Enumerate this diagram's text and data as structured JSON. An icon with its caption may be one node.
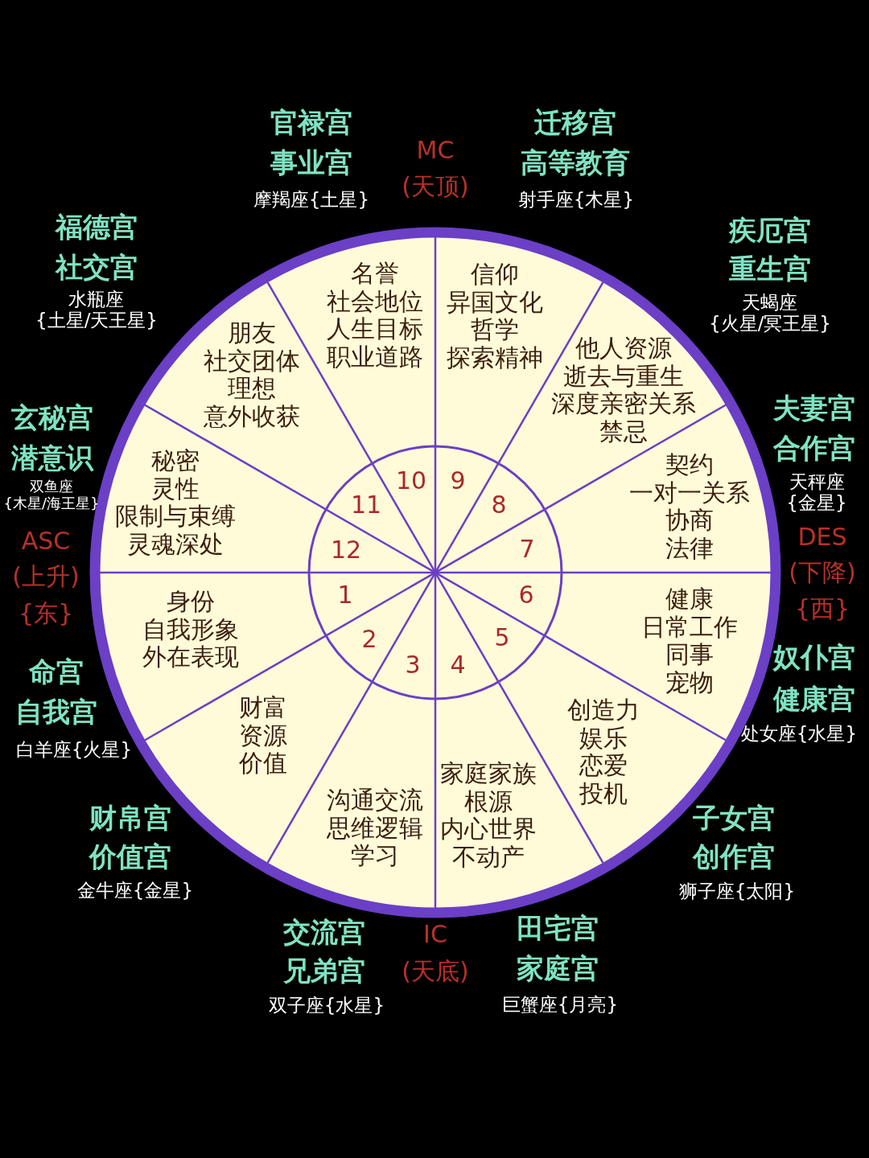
{
  "diagram": {
    "nodes": [
      {
        "text": [
          "身份",
          "自我形象",
          "外在表现"
        ],
        "beside": [
          "命宫",
          "自我宫",
          "白羊座{火星}"
        ]
      },
      {
        "text": [
          "财富",
          "资源",
          "价值"
        ],
        "beside": [
          "财帛宫",
          "价值宫",
          "金牛座{金星}"
        ]
      },
      {
        "text": [
          "沟通交流",
          "思维逻辑",
          "学习"
        ],
        "beside": [
          "交流宫",
          "兄弟宫",
          "双子座{水星}"
        ]
      },
      {
        "text": [
          "家庭家族",
          "根源",
          "内心世界",
          "不动产"
        ],
        "beside": [
          "田宅宫",
          "家庭宫",
          "巨蟹座{月亮}"
        ]
      },
      {
        "text": [
          "创造力",
          "娱乐",
          "恋爱",
          "投机"
        ],
        "beside": [
          "子女宫",
          "创作宫",
          "狮子座{太阳}"
        ]
      },
      {
        "text": [
          "健康",
          "日常工作",
          "同事",
          "宠物"
        ],
        "beside": [
          "奴仆宫",
          "健康宫",
          "处女座{水星}"
        ]
      },
      {
        "text": [
          "契约",
          "一对一关系",
          "协商",
          "法律"
        ],
        "beside": [
          "夫妻宫",
          "合作宫",
          "天秤座{金星}"
        ]
      },
      {
        "text": [
          "他人资源",
          "逝去与重生",
          "深度亲密关系",
          "禁忌"
        ],
        "beside": [
          "疾厄宫",
          "重生宫",
          "天蝎座{火星/冥王星}"
        ]
      },
      {
        "text": [
          "信仰",
          "异国文化",
          "哲学",
          "探索精神"
        ],
        "beside": [
          "迁移宫",
          "高等教育",
          "射手座{木星}"
        ]
      },
      {
        "text": [
          "名誉",
          "社会地位",
          "人生目标",
          "职业道路"
        ],
        "beside": [
          "官禄宫",
          "事业宫",
          "摩羯座{土星}"
        ]
      },
      {
        "text": [
          "朋友",
          "社交团体",
          "理想",
          "意外收获"
        ],
        "beside": [
          "福德宫",
          "社交宫",
          "水瓶座{土星/天王星}"
        ]
      },
      {
        "text": [
          "秘密",
          "灵性",
          "限制与束缚",
          "灵魂深处"
        ],
        "beside": [
          "玄秘宫",
          "潜意识",
          "双鱼座{木星/海王星}"
        ]
      }
    ],
    "labels": [
      "MC",
      "(天顶)",
      "ASC",
      "(上升)",
      "{东}",
      "DES",
      "(下降)",
      "{西}",
      "IC",
      "(天底)",
      "10",
      "9",
      "11",
      "8",
      "12",
      "7",
      "1",
      "6",
      "2",
      "5",
      "3",
      "4"
    ]
  }
}
